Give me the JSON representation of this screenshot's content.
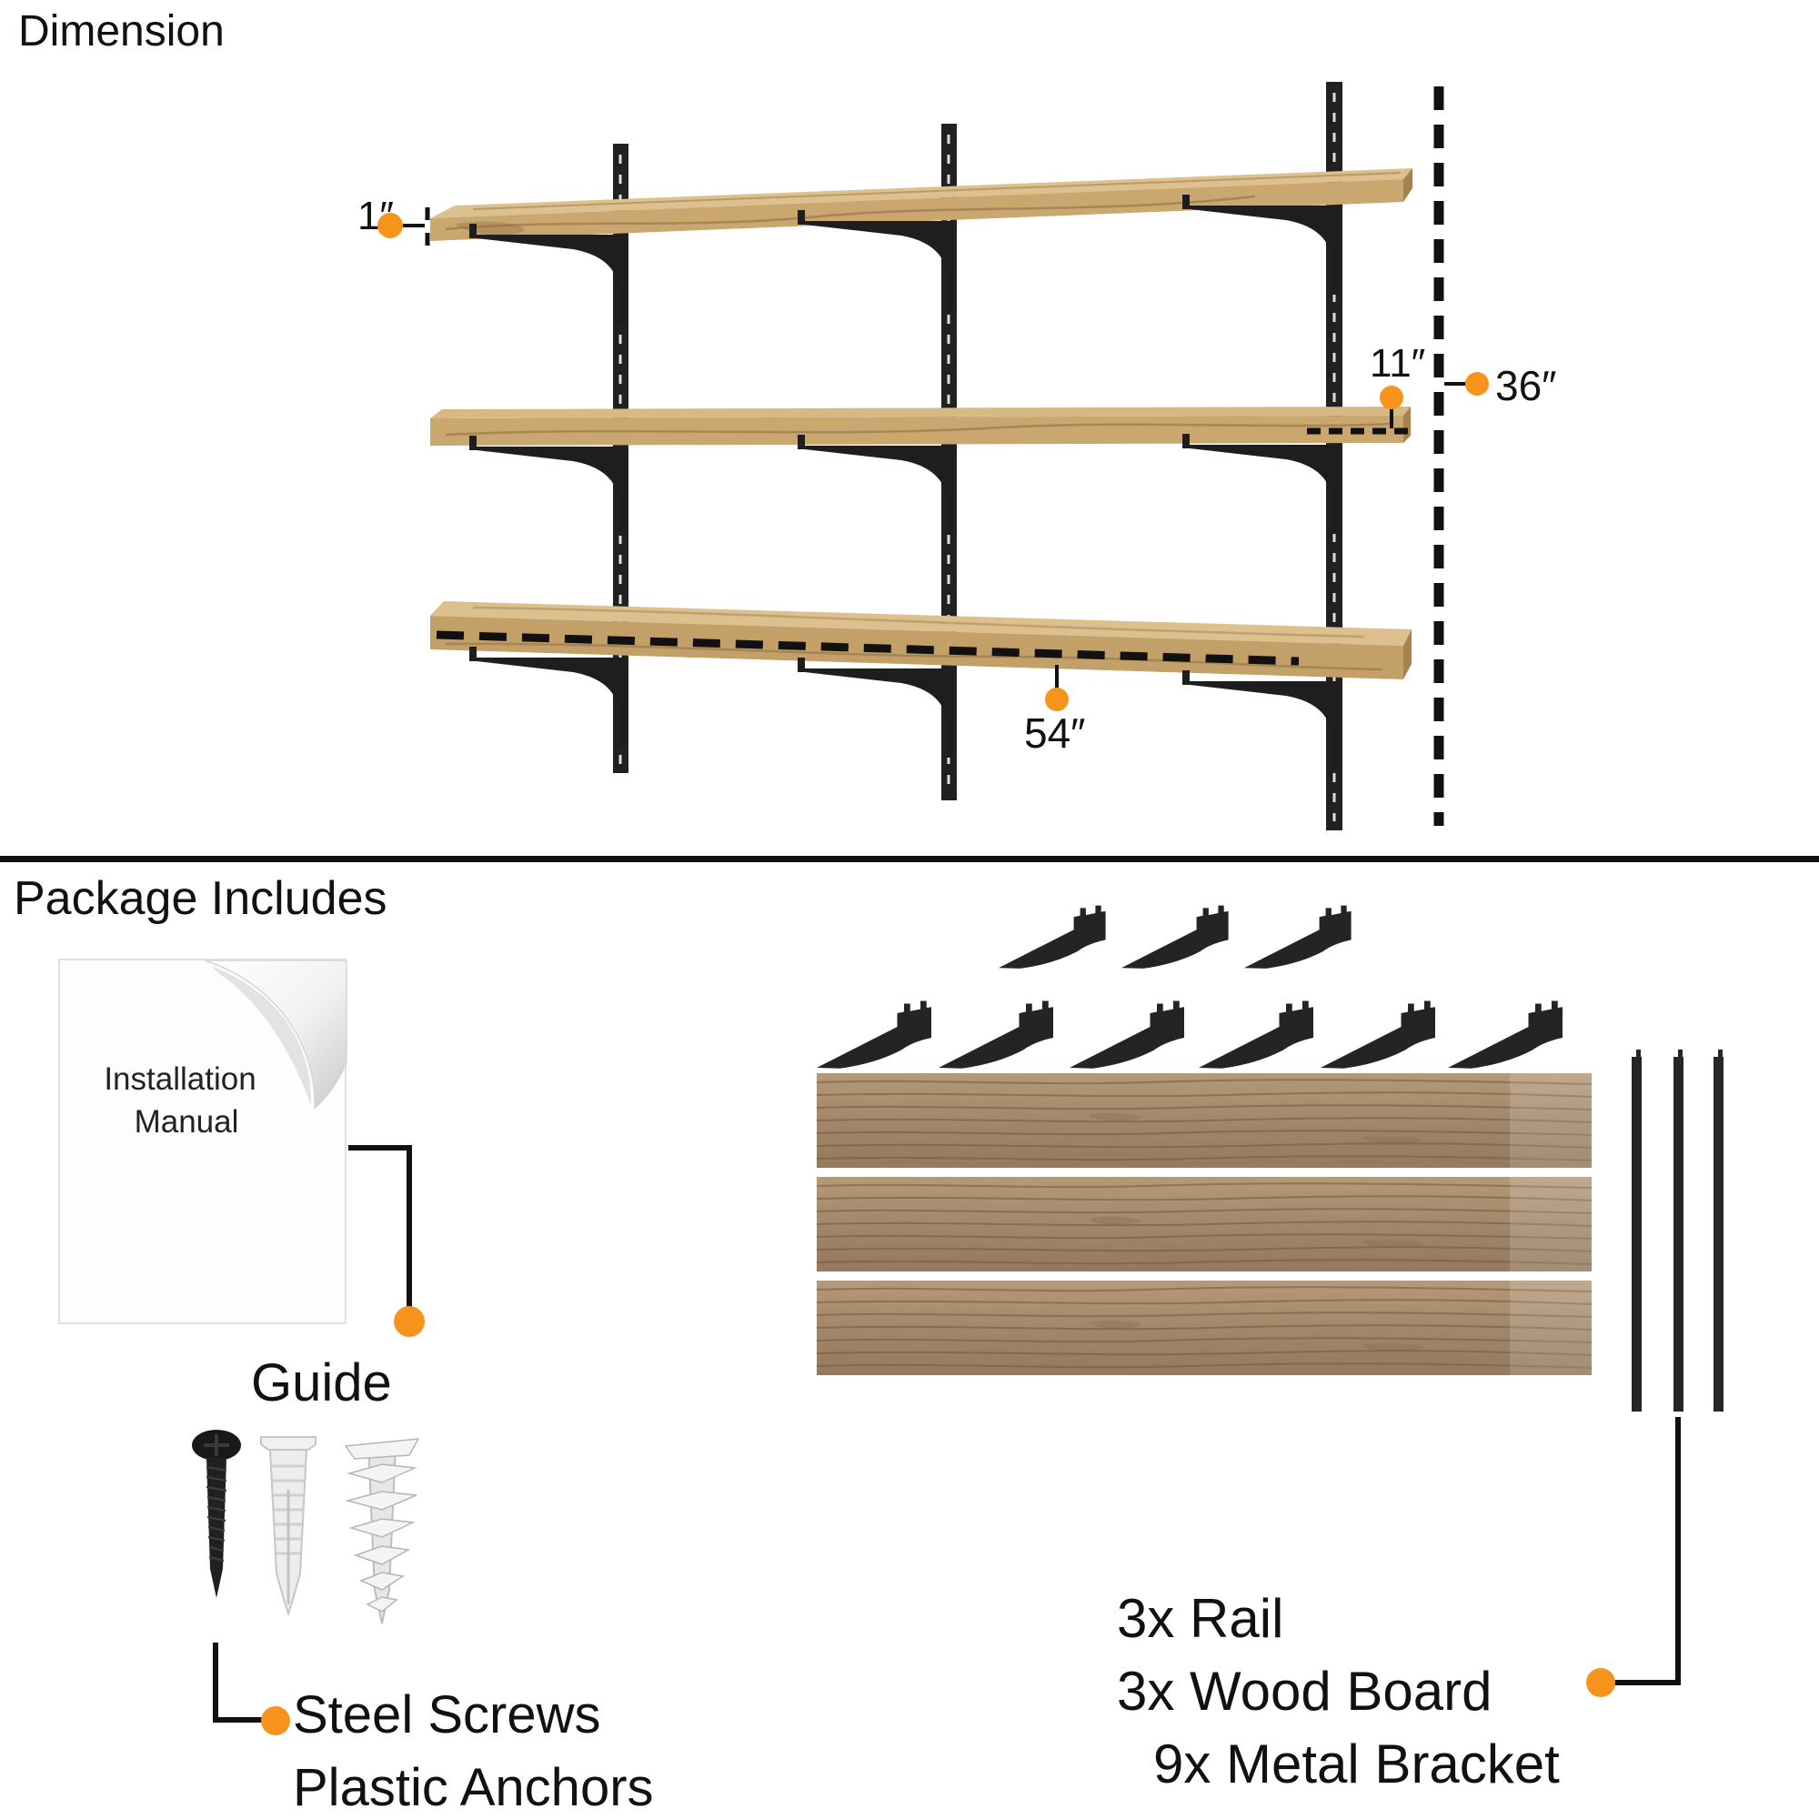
{
  "dimension": {
    "title": "Dimension",
    "labels": {
      "thickness": "1″",
      "depth": "11″",
      "height": "36″",
      "length": "54″"
    }
  },
  "package": {
    "title": "Package Includes",
    "manual": {
      "line1": "Installation",
      "line2": "Manual"
    },
    "guide": "Guide",
    "fasteners": {
      "line1": "Steel Screws",
      "line2": "Plastic Anchors"
    },
    "contents": {
      "rails": "3x Rail",
      "boards": "3x Wood Board",
      "brackets": "9x Metal Bracket"
    }
  },
  "icons": {
    "marker": "orange-dot",
    "shelf": "wood-board",
    "support": "metal-bracket",
    "wall_rail": "slotted-rail",
    "screw": "steel-screw",
    "anchor": "plastic-anchor",
    "manual": "paper-with-curled-corner"
  },
  "colors": {
    "accent": "#F7941E",
    "metal": "#222222",
    "wood_face": "#C9A76F",
    "wood_top": "#DCC08D",
    "wood_end": "#A8824E",
    "board": "#A88B69",
    "text": "#111111"
  }
}
